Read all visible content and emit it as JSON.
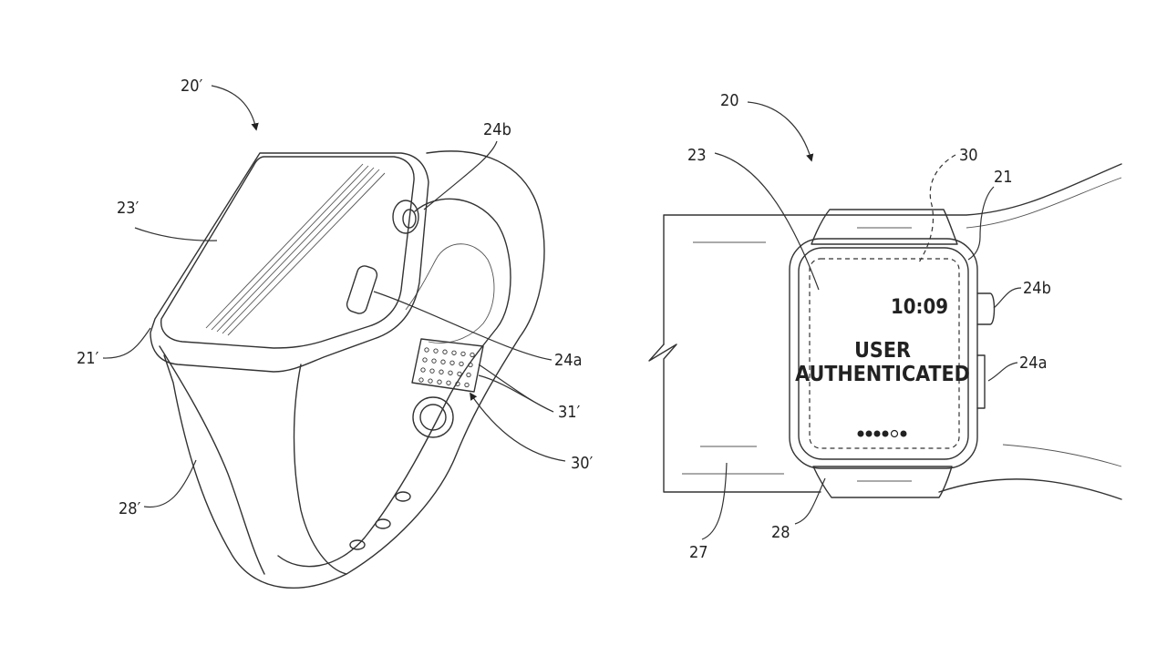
{
  "figure_left": {
    "ref_device": "20′",
    "ref_display": "23′",
    "ref_crown": "24b",
    "ref_button": "24a",
    "ref_housing": "21′",
    "ref_band": "28′",
    "ref_sensors": "31′",
    "ref_sensor_region": "30′"
  },
  "figure_right": {
    "ref_device": "20",
    "ref_display": "23",
    "ref_sensor": "30",
    "ref_housing": "21",
    "ref_crown": "24b",
    "ref_button": "24a",
    "ref_band": "28",
    "ref_wrist": "27",
    "screen": {
      "time": "10:09",
      "message_line1": "USER",
      "message_line2": "AUTHENTICATED"
    }
  }
}
